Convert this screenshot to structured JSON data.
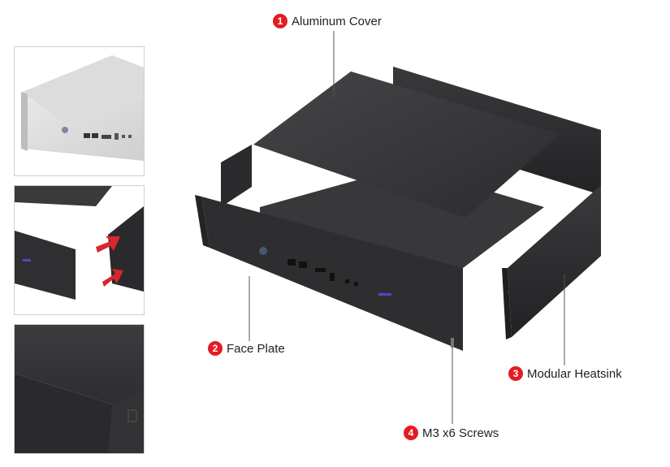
{
  "callouts": [
    {
      "number": "1",
      "label": "Aluminum Cover"
    },
    {
      "number": "2",
      "label": "Face Plate"
    },
    {
      "number": "3",
      "label": "Modular Heatsink"
    },
    {
      "number": "4",
      "label": "M3 x6 Screws"
    }
  ],
  "colors": {
    "badge": "#e31c23",
    "panel_dark": "#2e2e30",
    "panel_top": "#3a3a3c",
    "arrow": "#d8262c",
    "led": "#6a3ad0"
  }
}
